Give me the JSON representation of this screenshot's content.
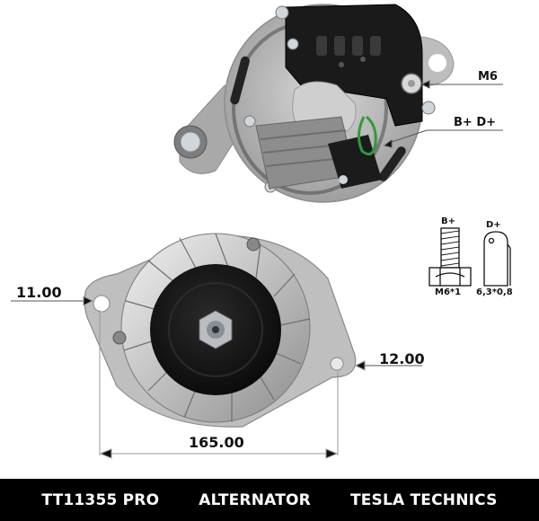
{
  "callouts": {
    "m6": "M6",
    "bd": "B+ D+"
  },
  "terminals": {
    "b_plus_title": "B+",
    "b_plus_spec": "M6*1",
    "d_plus_title": "D+",
    "d_plus_spec": "6,3*0,8"
  },
  "dimensions": {
    "left_hole": "11.00",
    "right_hole": "12.00",
    "width": "165.00"
  },
  "footer": {
    "part_number": "TT11355 PRO",
    "product_type": "ALTERNATOR",
    "brand": "TESLA TECHNICS"
  },
  "colors": {
    "footer_bg": "#000000",
    "footer_text": "#ffffff",
    "housing": "#b9b9b9",
    "pulley": "#151515",
    "wire": "#2e9a3a"
  }
}
